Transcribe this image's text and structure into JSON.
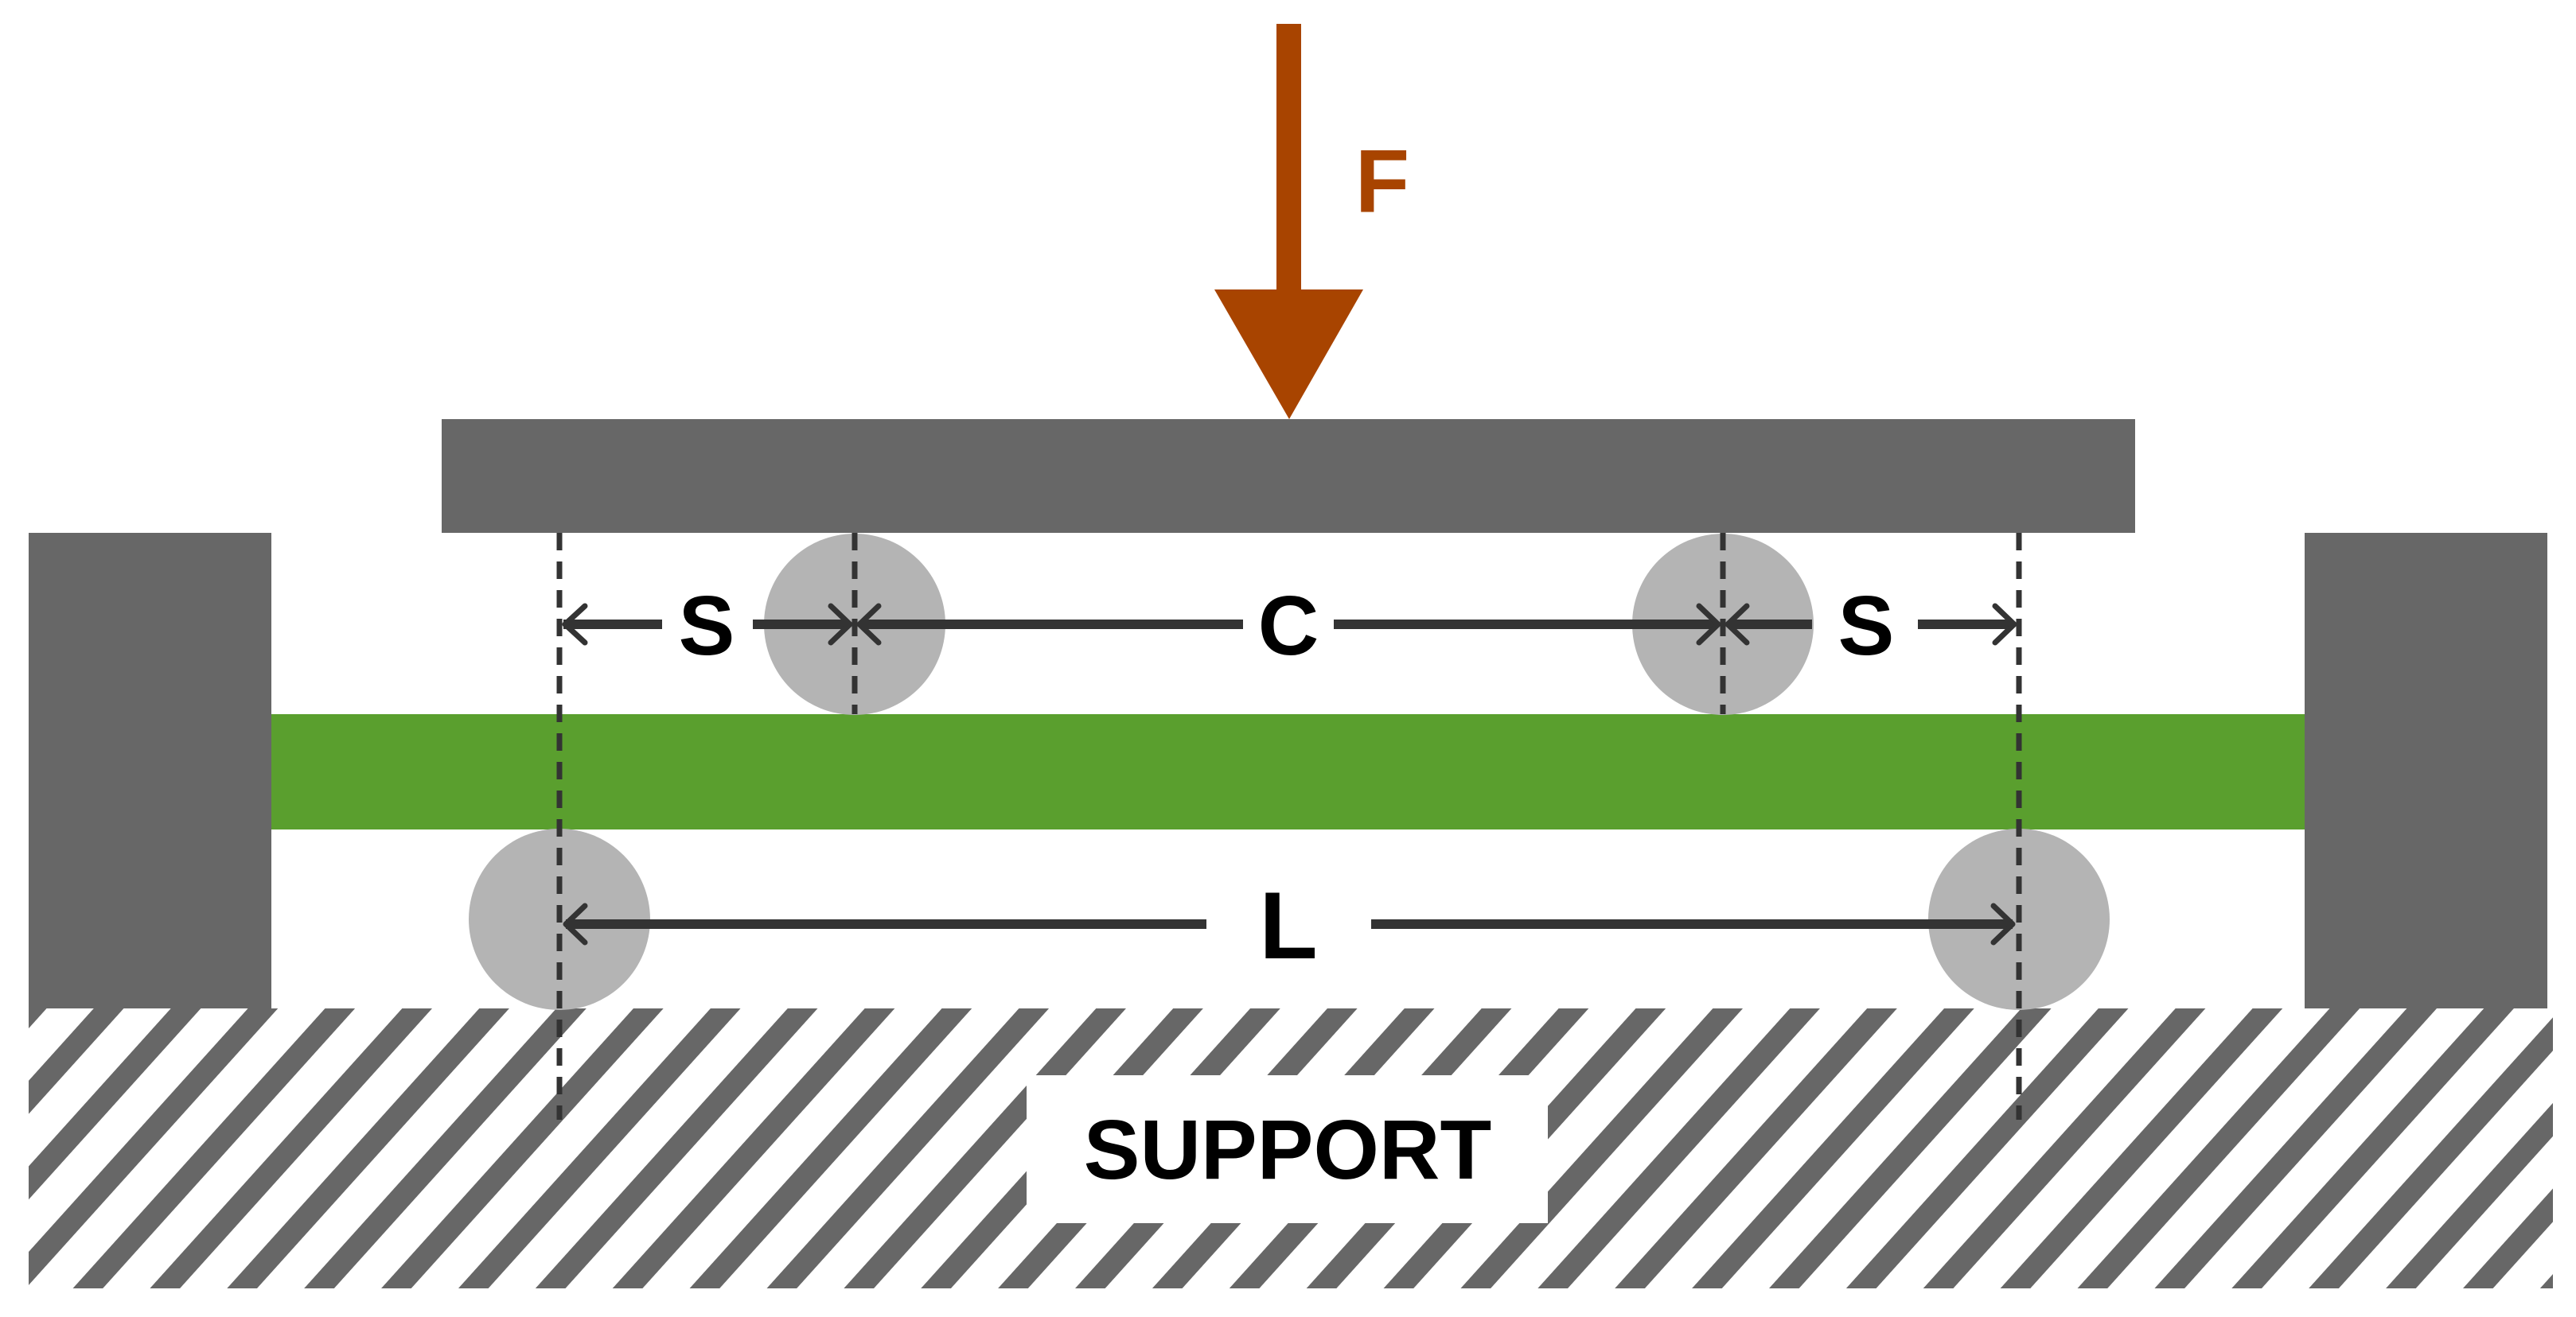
{
  "labels": {
    "force": "F",
    "shear_span_left": "S",
    "center_span": "C",
    "shear_span_right": "S",
    "support_span": "L",
    "support": "SUPPORT"
  },
  "colors": {
    "fixture": "#676767",
    "roller": "#b4b4b4",
    "specimen": "#5a9f2e",
    "force_arrow": "#a84400",
    "dimension_line": "#333333",
    "hatch": "#676767"
  }
}
